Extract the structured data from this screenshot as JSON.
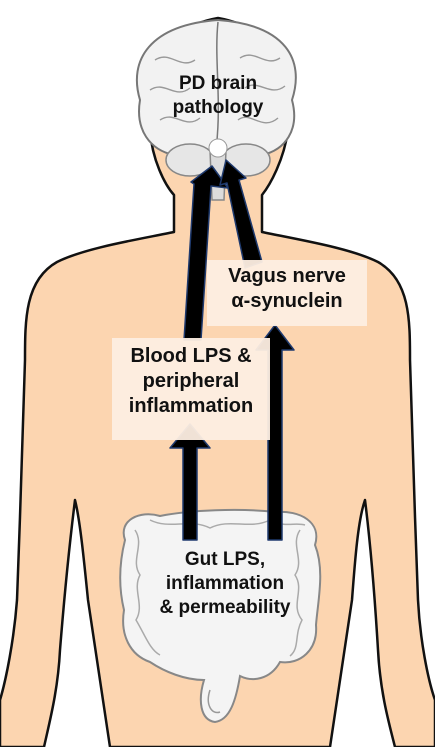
{
  "diagram": {
    "labels": {
      "brain": [
        "PD brain",
        "pathology"
      ],
      "vagus": [
        "Vagus nerve",
        "α-synuclein"
      ],
      "blood": [
        "Blood LPS &",
        "peripheral",
        "inflammation"
      ],
      "gut": [
        "Gut LPS,",
        "inflammation",
        "& permeability"
      ]
    },
    "colors": {
      "skin": "#fcd5b0",
      "outline": "#111111",
      "arrow": "#000000",
      "arrow_edge": "#1f3a6e",
      "label_box": "#fdeee1",
      "organ_fill": "#f4f4f4",
      "organ_line": "#8a8a8a"
    },
    "icons": [
      "human-body-icon",
      "brain-icon",
      "intestine-icon"
    ]
  }
}
